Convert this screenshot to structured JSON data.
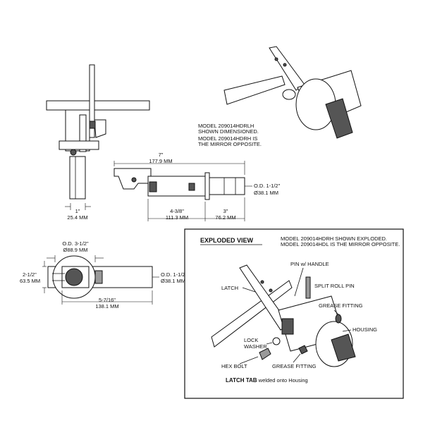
{
  "notes": {
    "dimensioned_line1": "MODEL 209014HDRLH",
    "dimensioned_line2": "SHOWN DIMENSIONED.",
    "mirror_line1": "MODEL 209014HDRH IS",
    "mirror_line2": "THE MIRROR OPPOSITE."
  },
  "side_view": {
    "len7_in": "7\"",
    "len7_mm": "177.9 MM",
    "od_in": "O.D. 1-1/2\"",
    "od_mm": "Ø38.1 MM",
    "len438_in": "4-3/8\"",
    "len438_mm": "111.3 MM",
    "len3_in": "3\"",
    "len3_mm": "76.2 MM"
  },
  "front_view": {
    "w1_in": "1\"",
    "w1_mm": "25.4 MM"
  },
  "top_view": {
    "od312_in": "O.D. 3-1/2\"",
    "od312_mm": "Ø88.9 MM",
    "h212_in": "2-1/2\"",
    "h212_mm": "63.5 MM",
    "od112_in": "O.D. 1-1/2\"",
    "od112_mm": "Ø38.1 MM",
    "len5716_in": "5-7/16\"",
    "len5716_mm": "138.1 MM"
  },
  "exploded": {
    "title": "EXPLODED VIEW",
    "note_line1": "MODEL 209014HDRH SHOWN EXPLODED.",
    "note_line2": "MODEL 209014HDL IS THE MIRROR OPPOSITE.",
    "pin_handle": "PIN w/ HANDLE",
    "latch": "LATCH",
    "split_roll_pin": "SPLIT ROLL PIN",
    "grease_fitting_top": "GREASE FITTING",
    "housing": "HOUSING",
    "lock_washer_1": "LOCK",
    "lock_washer_2": "WASHER",
    "hex_bolt": "HEX BOLT",
    "grease_fitting_bottom": "GREASE FITTING",
    "latch_tab_bold": "LATCH TAB",
    "latch_tab_rest": " welded onto Housing"
  }
}
